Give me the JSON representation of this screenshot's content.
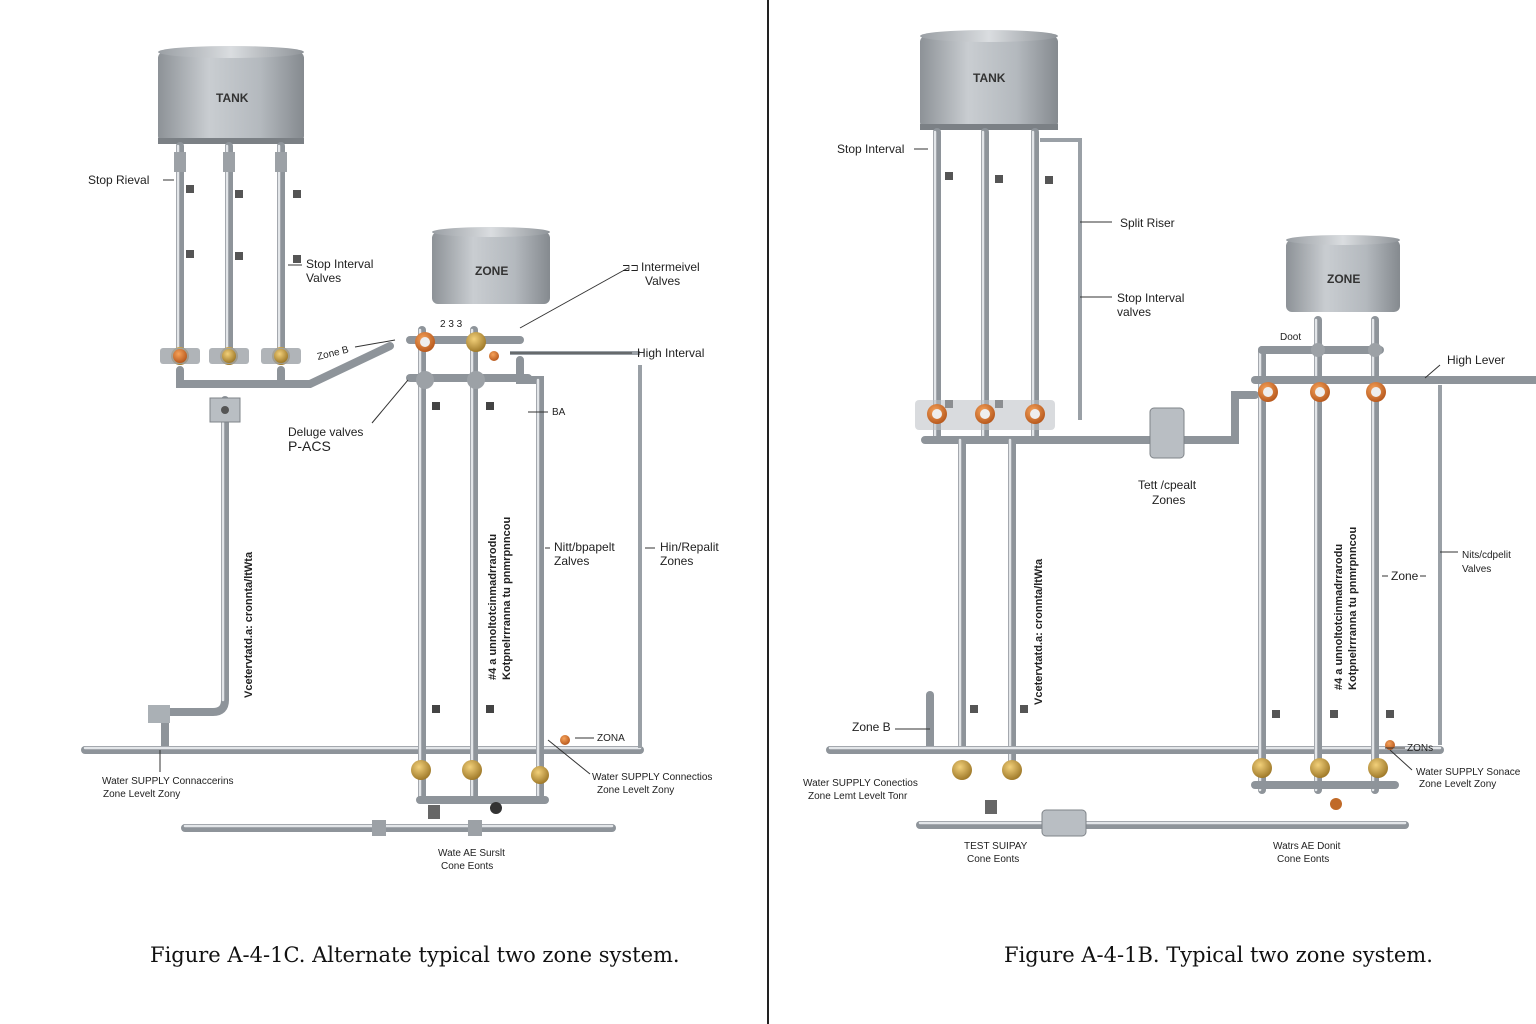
{
  "colors": {
    "pipe": "#8e949a",
    "pipe_highlight": "#e3e6e9",
    "tank_body": "#aeb3b8",
    "valve_brass": "#c9a44a",
    "valve_orange": "#e07a2a",
    "divider": "#222222"
  },
  "left_figure": {
    "caption": "Figure A-4-1C. Alternate typical two zone system.",
    "tank_label": "TANK",
    "zone_tank_label": "ZONE",
    "labels": {
      "stop_rieval": "Stop Rieval",
      "stop_interval_valves_1": "Stop Interval",
      "stop_interval_valves_2": "Valves",
      "intermeivel_1": "Intermeivel",
      "intermeivel_2": "Valves",
      "intermeivel_prefix": "⊐⊐",
      "zone_b": "Zone B",
      "high_interval": "High Interval",
      "ba": "BA",
      "deluge_1": "Deluge valves",
      "deluge_2": "P-ACS",
      "nitt_1": "Nitt/bpapelt",
      "nitt_2": "Zalves",
      "hin_1": "Hin/Repalit",
      "hin_2": "Zones",
      "zona": "ZONA",
      "ws_left_1": "Water SUPPLY Connaccerins",
      "ws_left_2": "Zone Levelt Zony",
      "ws_right_1": "Water SUPPLY Connectios",
      "ws_right_2": "Zone Levelt Zony",
      "ws_bottom_1": "Wate AE Surslt",
      "ws_bottom_2": "Cone Eonts",
      "small_tag": "2 3 3"
    },
    "vertical_text": {
      "riser": "Vcetervtatd.a: cronnta/ltWta",
      "center_a": "#4 a unnoltotcinmadrrarodu",
      "center_b": "Kotpnelrrranna tu pnmrpnncou"
    }
  },
  "right_figure": {
    "caption": "Figure A-4-1B. Typical two zone system.",
    "tank_label": "TANK",
    "zone_tank_label": "ZONE",
    "labels": {
      "stop_interval": "Stop Interval",
      "split_riser": "Split Riser",
      "stop_interval_valves_1": "Stop Interval",
      "stop_interval_valves_2": "valves",
      "high_lever": "High Lever",
      "tett_1": "Tett /cpealt",
      "tett_2": "Zones",
      "zone_mid": "Zone",
      "nitt_1": "Nits/cdpelit",
      "nitt_2": "Valves",
      "zone_b": "Zone B",
      "zons": "ZONs",
      "ws_left_1": "Water SUPPLY Conectios",
      "ws_left_2": "Zone Lemt Levelt Tonr",
      "ws_right_1": "Water SUPPLY Sonace",
      "ws_right_2": "Zone Levelt Zony",
      "test_1": "TEST SUIPAY",
      "test_2": "Cone Eonts",
      "ws_bottom_1": "Watrs AE Donit",
      "ws_bottom_2": "Cone Eonts",
      "small_tag": "Doot"
    },
    "vertical_text": {
      "riser": "Vcetervtatd.a: cronnta/ltWta",
      "center_a": "#4 a unnoltotcinmadrrarodu",
      "center_b": "Kotpnelrrranna tu pnmrpnncou"
    }
  }
}
